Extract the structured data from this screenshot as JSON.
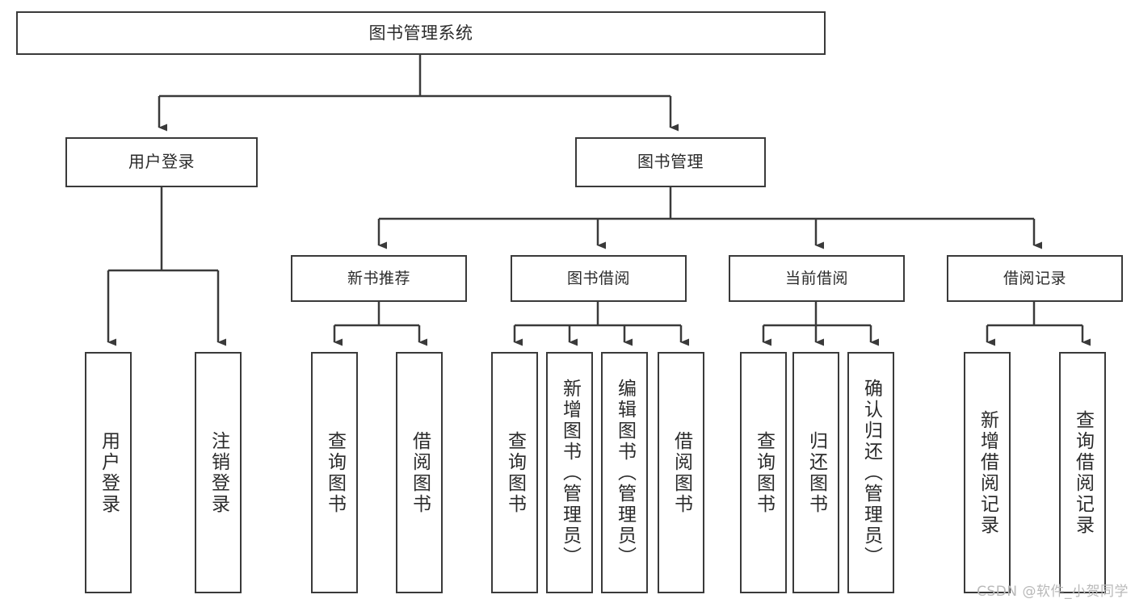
{
  "diagram": {
    "title": "图书管理系统",
    "type": "tree-hierarchy",
    "root": {
      "label": "图书管理系统"
    },
    "tier2": [
      {
        "label": "用户登录"
      },
      {
        "label": "图书管理"
      }
    ],
    "tier3": [
      {
        "label": "新书推荐"
      },
      {
        "label": "图书借阅"
      },
      {
        "label": "当前借阅"
      },
      {
        "label": "借阅记录"
      }
    ],
    "leaves": {
      "login": [
        {
          "label": "用户登录"
        },
        {
          "label": "注销登录"
        }
      ],
      "new_books": [
        {
          "label": "查询图书"
        },
        {
          "label": "借阅图书"
        }
      ],
      "borrow": [
        {
          "label": "查询图书"
        },
        {
          "label": "新增图书（管理员）"
        },
        {
          "label": "编辑图书（管理员）"
        },
        {
          "label": "借阅图书"
        }
      ],
      "current": [
        {
          "label": "查询图书"
        },
        {
          "label": "归还图书"
        },
        {
          "label": "确认归还（管理员）"
        }
      ],
      "records": [
        {
          "label": "新增借阅记录"
        },
        {
          "label": "查询借阅记录"
        }
      ]
    }
  },
  "watermark": {
    "text": "CSDN @软件_小贺同学"
  },
  "colors": {
    "stroke": "#3a3a3a",
    "text": "#2b2b2b",
    "background": "#ffffff",
    "watermark": "#b9b9b9"
  }
}
